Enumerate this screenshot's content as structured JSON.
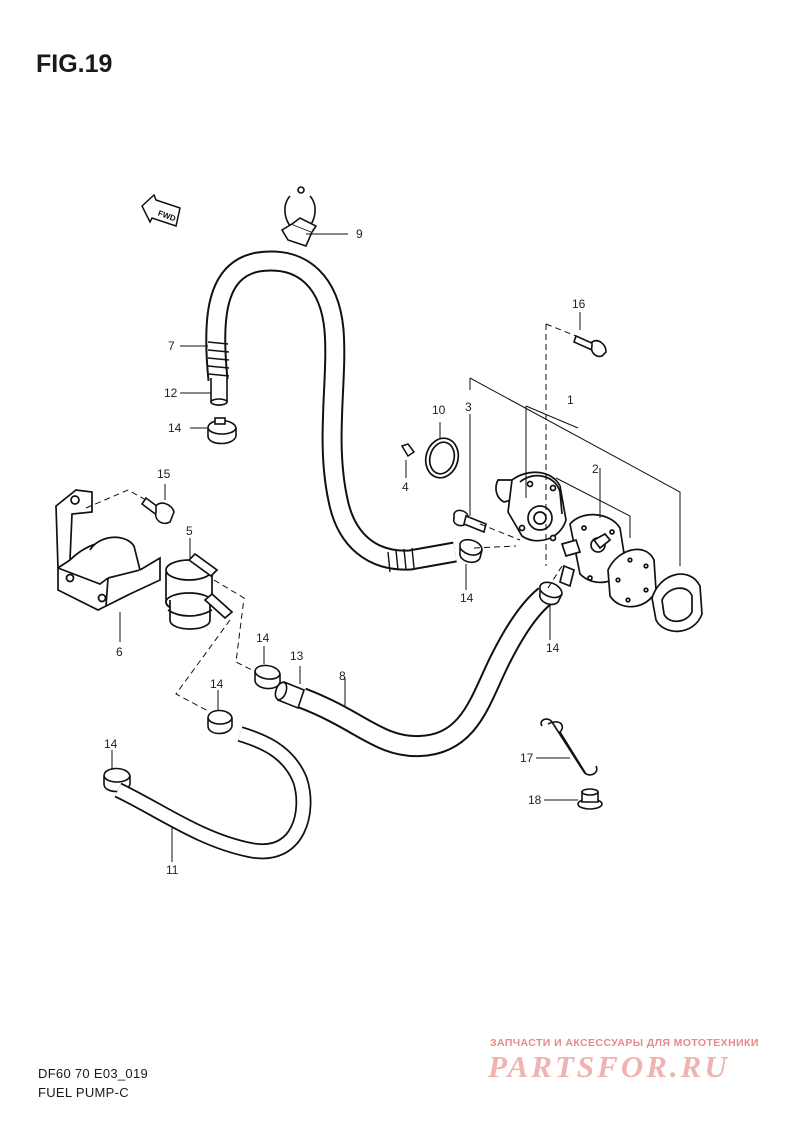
{
  "figure": {
    "title": "FIG.19",
    "code": "DF60 70 E03_019",
    "name": "FUEL PUMP-C",
    "fwd_label": "FWD"
  },
  "watermark": {
    "tagline": "ЗАПЧАСТИ И АКСЕССУАРЫ ДЛЯ МОТОТЕХНИКИ",
    "logo": "PARTSFOR.RU"
  },
  "parts": [
    {
      "id": "p1",
      "number": "1"
    },
    {
      "id": "p2",
      "number": "2"
    },
    {
      "id": "p3",
      "number": "3"
    },
    {
      "id": "p4",
      "number": "4"
    },
    {
      "id": "p5",
      "number": "5"
    },
    {
      "id": "p6",
      "number": "6"
    },
    {
      "id": "p7",
      "number": "7"
    },
    {
      "id": "p8",
      "number": "8"
    },
    {
      "id": "p9",
      "number": "9"
    },
    {
      "id": "p10",
      "number": "10"
    },
    {
      "id": "p11",
      "number": "11"
    },
    {
      "id": "p12",
      "number": "12"
    },
    {
      "id": "p13",
      "number": "13"
    },
    {
      "id": "p14a",
      "number": "14"
    },
    {
      "id": "p14b",
      "number": "14"
    },
    {
      "id": "p14c",
      "number": "14"
    },
    {
      "id": "p14d",
      "number": "14"
    },
    {
      "id": "p14e",
      "number": "14"
    },
    {
      "id": "p14f",
      "number": "14"
    },
    {
      "id": "p15",
      "number": "15"
    },
    {
      "id": "p16",
      "number": "16"
    },
    {
      "id": "p17",
      "number": "17"
    },
    {
      "id": "p18",
      "number": "18"
    }
  ]
}
